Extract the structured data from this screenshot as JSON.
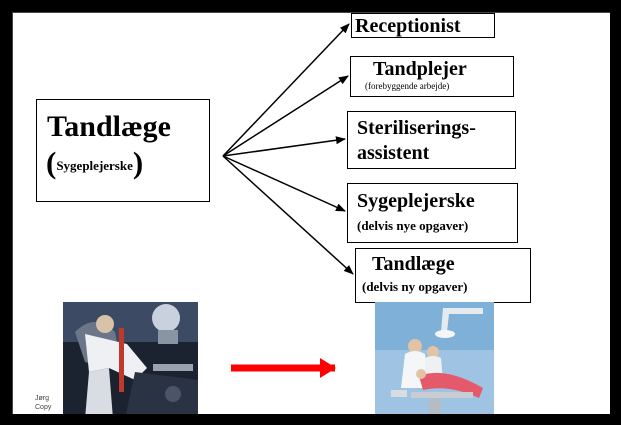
{
  "main": {
    "title": "Tandlæge",
    "sub_open": "(",
    "sub_text": "Sygeplejerske",
    "sub_close": ")"
  },
  "roles": [
    {
      "title": "Receptionist"
    },
    {
      "title": "Tandplejer",
      "note": "(forebyggende arbejde)"
    },
    {
      "title_line1": "Steriliserings-",
      "title_line2": "assistent"
    },
    {
      "title": "Sygeplejerske",
      "note": "(delvis nye opgaver)"
    },
    {
      "title": "Tandlæge",
      "note": "(delvis ny opgaver)"
    }
  ],
  "credit": {
    "line1": "Jørg",
    "line2": "Copy"
  },
  "colors": {
    "background": "#000000",
    "slide": "#ffffff",
    "arrow_black": "#000000",
    "arrow_red": "#ff0000"
  }
}
